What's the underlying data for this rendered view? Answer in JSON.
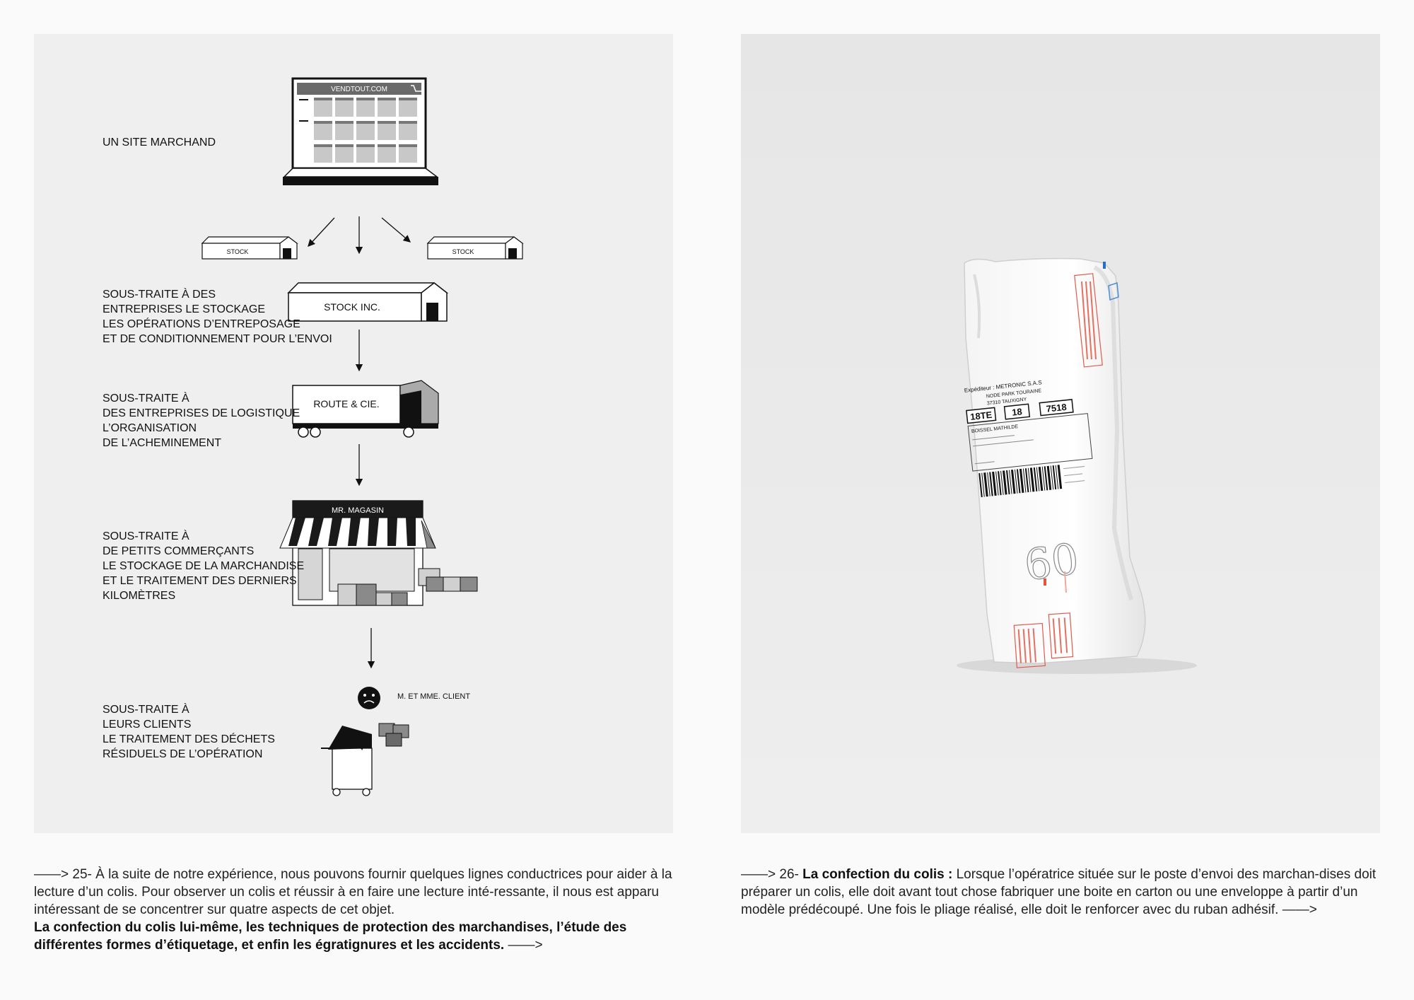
{
  "diagram": {
    "site_label": "UN SITE MARCHAND",
    "site_name": "VENDTOUT.COM",
    "stock_small_left": "STOCK",
    "stock_small_right": "STOCK",
    "stock_main": "STOCK INC.",
    "storage_lines": [
      "SOUS-TRAITE À DES",
      "ENTREPRISES LE STOCKAGE",
      "LES OPÉRATIONS D’ENTREPOSAGE",
      "ET DE CONDITIONNEMENT POUR L’ENVOI"
    ],
    "truck_name": "ROUTE & CIE.",
    "logistics_lines": [
      "SOUS-TRAITE À",
      "DES ENTREPRISES DE LOGISTIQUE",
      "L’ORGANISATION",
      "DE L’ACHEMINEMENT"
    ],
    "shop_name": "MR. MAGASIN",
    "shop_lines": [
      "SOUS-TRAITE À",
      "DE PETITS COMMERÇANTS",
      "LE STOCKAGE DE LA MARCHANDISE",
      "ET LE TRAITEMENT DES DERNIERS",
      "KILOMÈTRES"
    ],
    "client_name": "M. ET MME. CLIENT",
    "client_lines": [
      "SOUS-TRAITE À",
      "LEURS CLIENTS",
      "LE TRAITEMENT DES DÉCHETS",
      "RÉSIDUELS DE L’OPÉRATION"
    ]
  },
  "photo": {
    "sender": "Expéditeur : METRONIC S.A.S",
    "sender_addr1": "NODE PARK TOURAINE",
    "sender_addr2": "37310     TAUXIGNY",
    "box1": "18TE",
    "box2": "18",
    "box3": "7518",
    "recipient": "BOISSEL MATHILDE",
    "handwritten": "60"
  },
  "captions": {
    "left_intro": "——> 25- À la suite de notre expérience, nous pouvons fournir quelques lignes conductrices pour aider à la lecture d’un colis. Pour observer un colis et réussir à en faire une lecture inté-ressante, il nous est apparu intéressant de se concentrer sur quatre aspects de cet objet.",
    "left_bold": "La confection du colis lui-même, les techniques de protection des marchandises, l’étude des différentes formes d’étiquetage, et enfin les égratignures et les accidents.",
    "left_end": " ——>",
    "right_prefix": "——> 26- ",
    "right_bold": "La confection du colis :",
    "right_text": " Lorsque l’opératrice située sur le poste d’envoi des marchan-dises doit préparer un colis, elle doit avant tout chose fabriquer une boite en carton ou une enveloppe à partir d’un modèle prédécoupé. Une fois le pliage réalisé, elle doit le renforcer avec du ruban adhésif. ——>"
  }
}
